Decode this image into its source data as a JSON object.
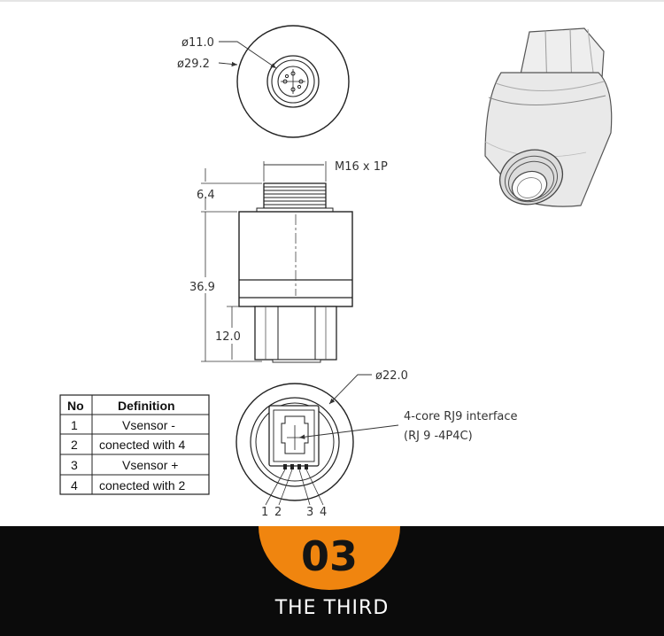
{
  "top_view": {
    "inner_dia": "ø11.0",
    "outer_dia": "ø29.2"
  },
  "side_view": {
    "thread": "M16 x 1P",
    "dim_top": "6.4",
    "dim_body": "36.9",
    "dim_hex": "12.0"
  },
  "bottom_view": {
    "dia": "ø22.0",
    "interface_line1": "4-core RJ9  interface",
    "interface_line2": "(RJ 9 -4P4C)",
    "pins": [
      "1",
      "2",
      "3",
      "4"
    ]
  },
  "pin_table": {
    "headers": {
      "no": "No",
      "definition": "Definition"
    },
    "rows": [
      {
        "no": "1",
        "definition": "Vsensor -"
      },
      {
        "no": "2",
        "definition": "conected with 4"
      },
      {
        "no": "3",
        "definition": "Vsensor +"
      },
      {
        "no": "4",
        "definition": "conected with 2"
      }
    ]
  },
  "banner": {
    "number": "03",
    "title": "THE  THIRD"
  },
  "colors": {
    "accent": "#f0850f",
    "banner_bg": "#0b0b0b",
    "line": "#222222"
  }
}
